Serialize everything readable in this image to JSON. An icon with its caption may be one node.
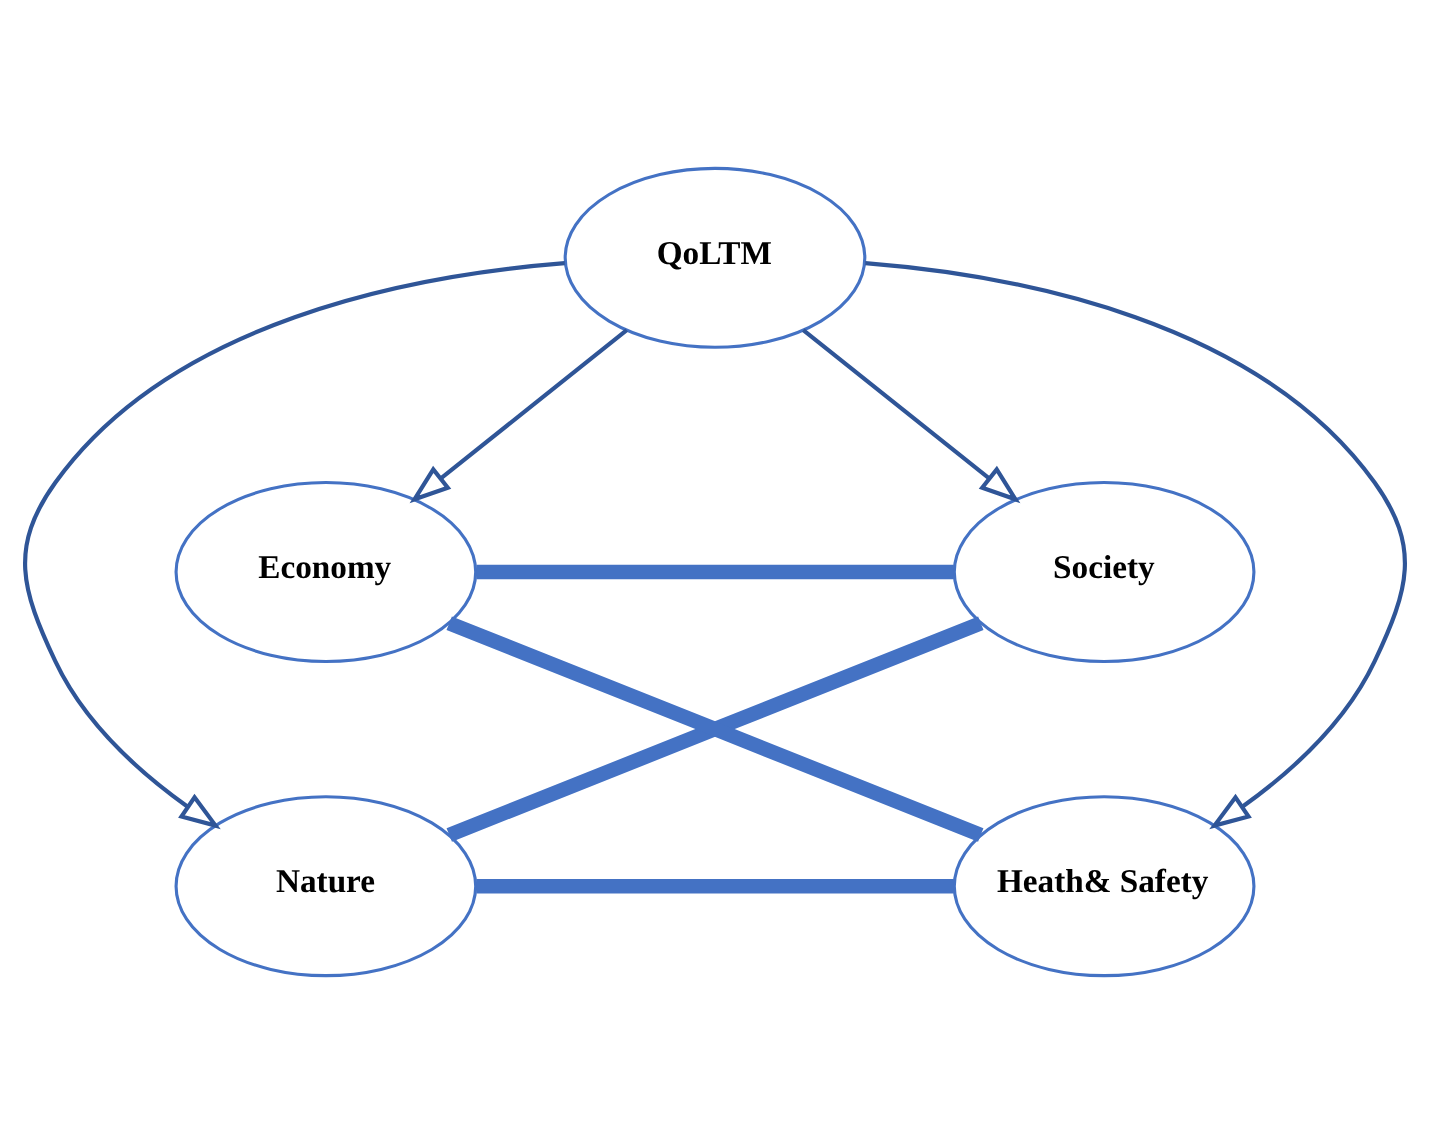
{
  "diagram": {
    "nodes": [
      {
        "text": [
          "Economy"
        ]
      },
      {
        "text": [
          "Society"
        ]
      },
      {
        "text": [
          "QoLTM"
        ]
      },
      {
        "text": [
          "Heath& Safety"
        ]
      },
      {
        "text": [
          "Nature"
        ]
      }
    ],
    "edges": [
      {
        "from": 2,
        "to": 0,
        "arrow": "to"
      },
      {
        "from": 2,
        "to": 1,
        "arrow": "to"
      },
      {
        "from": 2,
        "to": 3,
        "arrow": "to"
      },
      {
        "from": 2,
        "to": 4,
        "arrow": "to"
      },
      {
        "from": 0,
        "to": 1,
        "arrow": "none",
        "style": "thick",
        "color": "#4472c4"
      },
      {
        "from": 1,
        "to": 4,
        "arrow": "none",
        "style": "thick",
        "color": "#4472c4"
      },
      {
        "from": 4,
        "to": 3,
        "arrow": "none",
        "style": "thick",
        "color": "#4472c4"
      },
      {
        "from": 3,
        "to": 0,
        "arrow": "none",
        "style": "thick",
        "color": "#4472c4"
      }
    ]
  }
}
